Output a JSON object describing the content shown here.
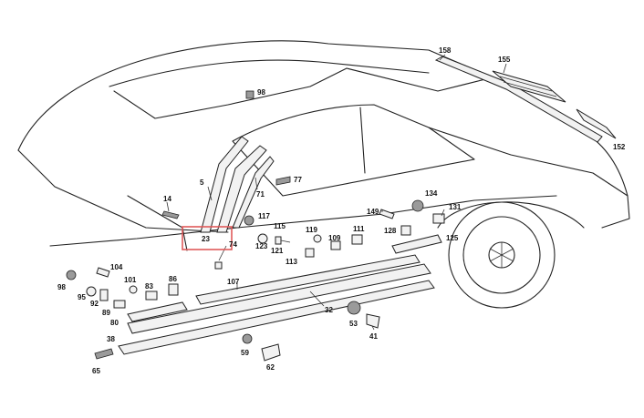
{
  "diagram": {
    "highlight_color": "#e05a5a",
    "highlighted_part": "23",
    "callouts": [
      "158",
      "155",
      "98",
      "77",
      "5",
      "71",
      "14",
      "23",
      "74",
      "117",
      "115",
      "119",
      "111",
      "149",
      "134",
      "131",
      "128",
      "125",
      "123",
      "121",
      "109",
      "113",
      "104",
      "98",
      "101",
      "83",
      "86",
      "95",
      "92",
      "89",
      "80",
      "107",
      "32",
      "53",
      "41",
      "38",
      "59",
      "62",
      "65",
      "152"
    ]
  }
}
